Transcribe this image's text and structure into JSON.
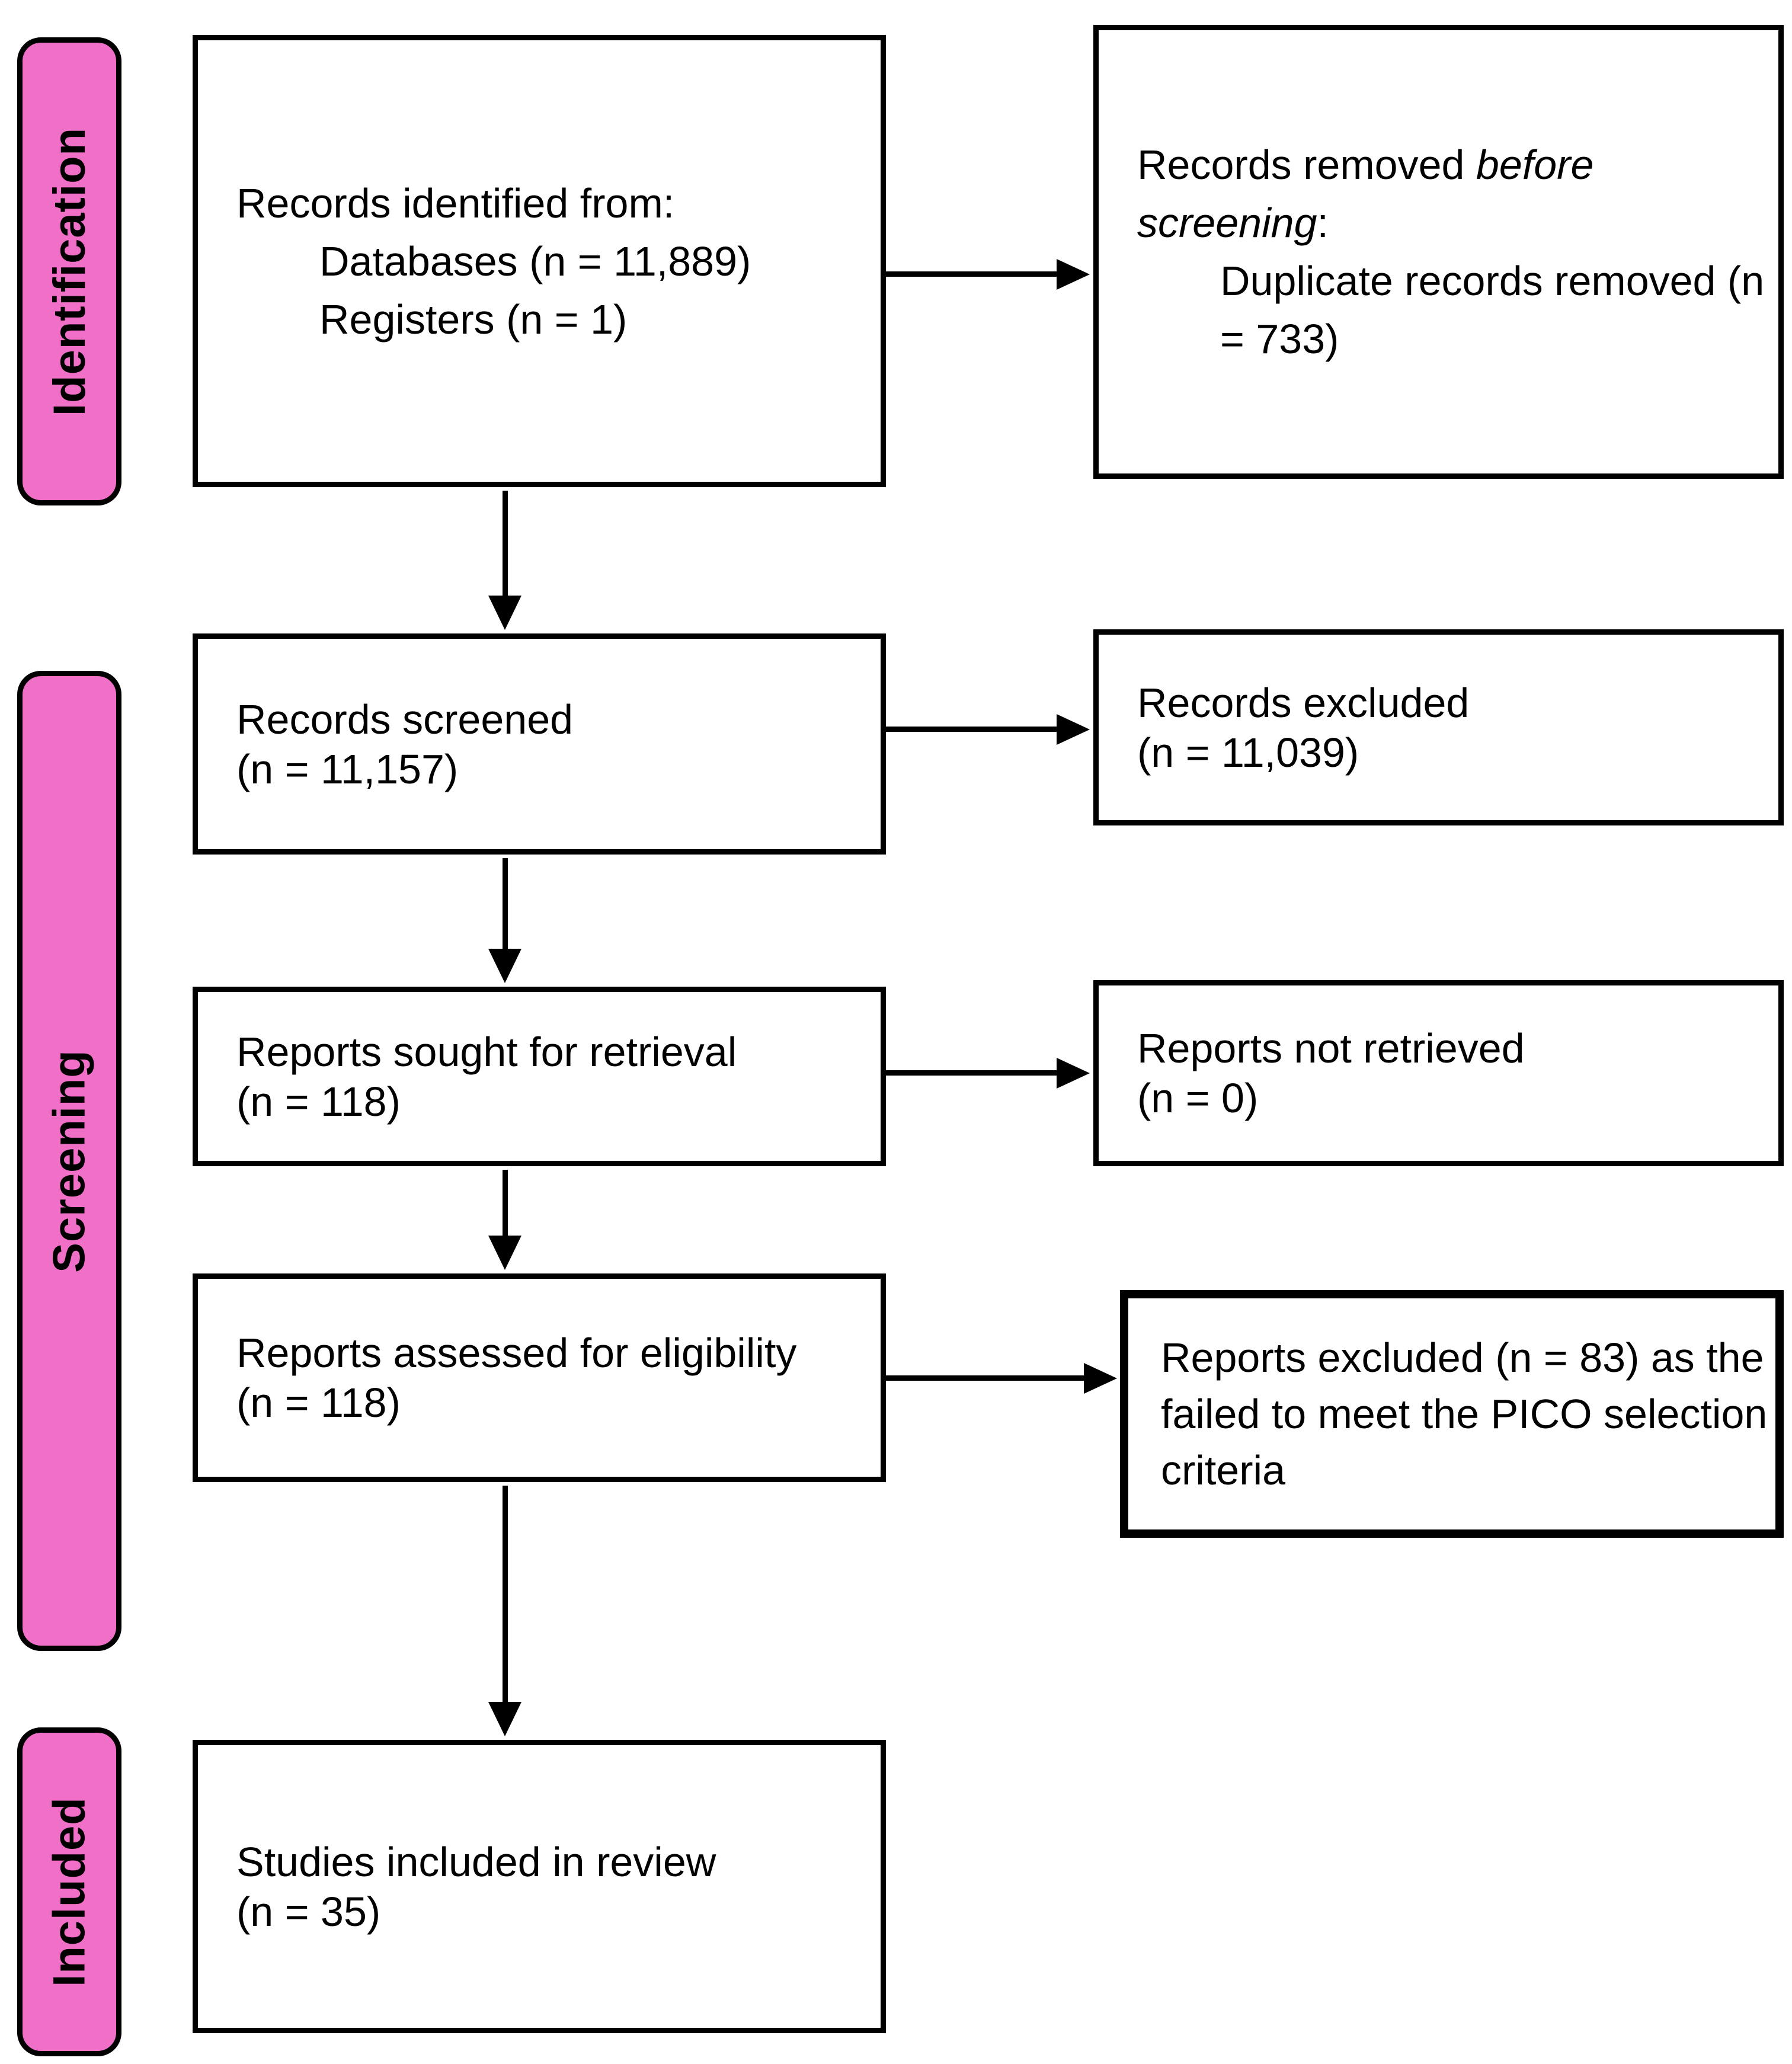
{
  "diagram": {
    "kind": "PRISMA flow diagram",
    "colors": {
      "stage_fill": "#F06FC7",
      "stage_border": "#000000",
      "box_background": "#FFFFFF",
      "box_border": "#000000",
      "arrow": "#000000",
      "text": "#000000"
    },
    "stages": [
      {
        "id": "identification",
        "label": "Identification"
      },
      {
        "id": "screening",
        "label": "Screening"
      },
      {
        "id": "included",
        "label": "Included"
      }
    ],
    "boxes": {
      "records_identified": {
        "lines": [
          {
            "segs": [
              {
                "t": "Records identified from:"
              }
            ]
          },
          {
            "indent": true,
            "segs": [
              {
                "t": "Databases (n = 11,889)"
              }
            ]
          },
          {
            "indent": true,
            "segs": [
              {
                "t": "Registers (n = 1)"
              }
            ]
          }
        ]
      },
      "records_removed": {
        "lines": [
          {
            "segs": [
              {
                "t": "Records removed "
              },
              {
                "t": "before",
                "italic": true
              }
            ]
          },
          {
            "segs": [
              {
                "t": "screening",
                "italic": true
              },
              {
                "t": ":"
              }
            ]
          },
          {
            "indent": true,
            "segs": [
              {
                "t": "Duplicate records removed (n"
              }
            ]
          },
          {
            "indent": true,
            "segs": [
              {
                "t": "= 733)"
              }
            ]
          }
        ]
      },
      "records_screened": {
        "lines": [
          {
            "segs": [
              {
                "t": "Records screened"
              }
            ]
          },
          {
            "segs": [
              {
                "t": "(n = 11,157)"
              }
            ]
          }
        ]
      },
      "records_excluded": {
        "lines": [
          {
            "segs": [
              {
                "t": "Records excluded"
              }
            ]
          },
          {
            "segs": [
              {
                "t": "(n = 11,039)"
              }
            ]
          }
        ]
      },
      "reports_sought": {
        "lines": [
          {
            "segs": [
              {
                "t": "Reports sought for retrieval"
              }
            ]
          },
          {
            "segs": [
              {
                "t": "(n = 118)"
              }
            ]
          }
        ]
      },
      "reports_not_retrieved": {
        "lines": [
          {
            "segs": [
              {
                "t": "Reports not retrieved"
              }
            ]
          },
          {
            "segs": [
              {
                "t": "(n = 0)"
              }
            ]
          }
        ]
      },
      "reports_assessed": {
        "lines": [
          {
            "segs": [
              {
                "t": "Reports assessed for eligibility"
              }
            ]
          },
          {
            "segs": [
              {
                "t": "(n = 118)"
              }
            ]
          }
        ]
      },
      "reports_excluded_pico": {
        "lines": [
          {
            "segs": [
              {
                "t": "Reports excluded (n = 83) as the"
              }
            ]
          },
          {
            "segs": [
              {
                "t": "failed to meet the PICO selection"
              }
            ]
          },
          {
            "segs": [
              {
                "t": "criteria"
              }
            ]
          }
        ]
      },
      "studies_included": {
        "lines": [
          {
            "segs": [
              {
                "t": "Studies included in review"
              }
            ]
          },
          {
            "segs": [
              {
                "t": "(n = 35)"
              }
            ]
          }
        ]
      }
    }
  }
}
